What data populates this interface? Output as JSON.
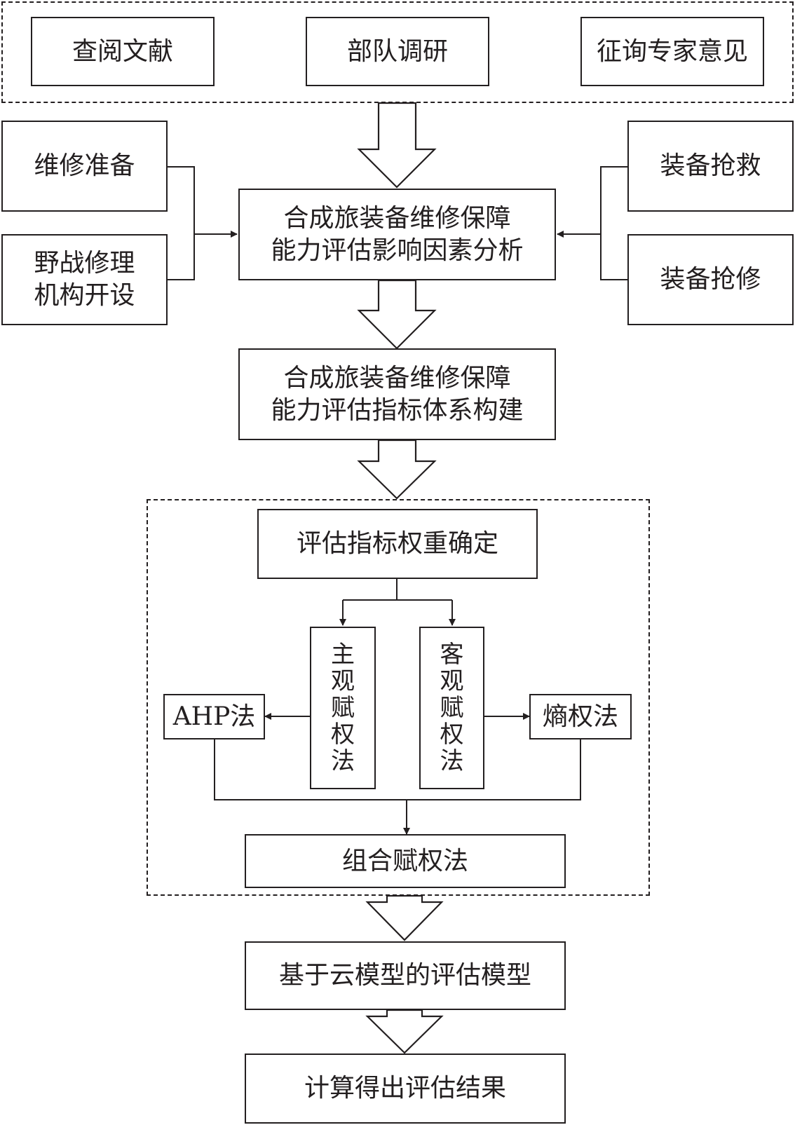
{
  "sources": {
    "literature": "查阅文献",
    "survey": "部队调研",
    "expert": "征询专家意见"
  },
  "factors": {
    "prep": "维修准备",
    "field_1": "野战修理",
    "field_2": "机构开设",
    "rescue": "装备抢救",
    "repair": "装备抢修"
  },
  "analysis": {
    "line1": "合成旅装备维修保障",
    "line2": "能力评估影响因素分析"
  },
  "index_system": {
    "line1": "合成旅装备维修保障",
    "line2": "能力评估指标体系构建"
  },
  "weighting": {
    "title": "评估指标权重确定",
    "subjective": "主观赋权法",
    "objective": "客观赋权法",
    "ahp": "AHP法",
    "entropy": "熵权法",
    "combined": "组合赋权法"
  },
  "model": "基于云模型的评估模型",
  "result": "计算得出评估结果"
}
